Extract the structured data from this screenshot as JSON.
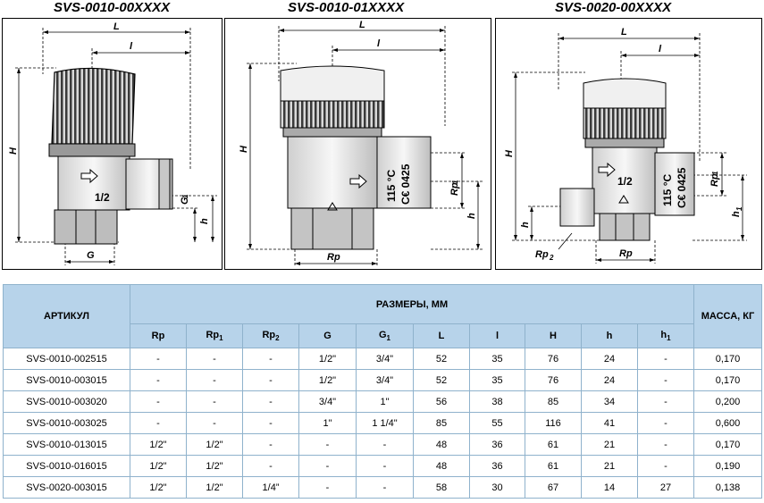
{
  "diagrams": [
    {
      "title": "SVS-0010-00XXXX",
      "labels": {
        "L": "L",
        "l": "l",
        "H": "H",
        "G1": "G",
        "G1_sub": "1",
        "h": "h",
        "G": "G",
        "mark": "1/2"
      }
    },
    {
      "title": "SVS-0010-01XXXX",
      "labels": {
        "L": "L",
        "l": "l",
        "H": "H",
        "Rp1": "Rp",
        "Rp1_sub": "1",
        "h": "h",
        "Rp": "Rp",
        "temp": "115 °C",
        "ce": "C€ 0425"
      }
    },
    {
      "title": "SVS-0020-00XXXX",
      "labels": {
        "L": "L",
        "l": "l",
        "H": "H",
        "Rp1": "Rp",
        "Rp1_sub": "1",
        "h1": "h",
        "h1_sub": "1",
        "h": "h",
        "Rp2": "Rp",
        "Rp2_sub": "2",
        "Rp": "Rp",
        "mark": "1/2",
        "temp": "115 °C",
        "ce": "C€ 0425"
      }
    }
  ],
  "table": {
    "col_article": "АРТИКУЛ",
    "col_dimensions": "РАЗМЕРЫ, ММ",
    "col_mass": "МАССА, КГ",
    "dim_headers": [
      {
        "main": "Rp",
        "sub": ""
      },
      {
        "main": "Rp",
        "sub": "1"
      },
      {
        "main": "Rp",
        "sub": "2"
      },
      {
        "main": "G",
        "sub": ""
      },
      {
        "main": "G",
        "sub": "1"
      },
      {
        "main": "L",
        "sub": ""
      },
      {
        "main": "l",
        "sub": ""
      },
      {
        "main": "H",
        "sub": ""
      },
      {
        "main": "h",
        "sub": ""
      },
      {
        "main": "h",
        "sub": "1"
      }
    ],
    "rows": [
      [
        "SVS-0010-002515",
        "-",
        "-",
        "-",
        "1/2\"",
        "3/4\"",
        "52",
        "35",
        "76",
        "24",
        "-",
        "0,170"
      ],
      [
        "SVS-0010-003015",
        "-",
        "-",
        "-",
        "1/2\"",
        "3/4\"",
        "52",
        "35",
        "76",
        "24",
        "-",
        "0,170"
      ],
      [
        "SVS-0010-003020",
        "-",
        "-",
        "-",
        "3/4\"",
        "1\"",
        "56",
        "38",
        "85",
        "34",
        "-",
        "0,200"
      ],
      [
        "SVS-0010-003025",
        "-",
        "-",
        "-",
        "1\"",
        "1 1/4\"",
        "85",
        "55",
        "116",
        "41",
        "-",
        "0,600"
      ],
      [
        "SVS-0010-013015",
        "1/2\"",
        "1/2\"",
        "-",
        "-",
        "-",
        "48",
        "36",
        "61",
        "21",
        "-",
        "0,170"
      ],
      [
        "SVS-0010-016015",
        "1/2\"",
        "1/2\"",
        "-",
        "-",
        "-",
        "48",
        "36",
        "61",
        "21",
        "-",
        "0,190"
      ],
      [
        "SVS-0020-003015",
        "1/2\"",
        "1/2\"",
        "1/4”",
        "-",
        "-",
        "58",
        "30",
        "67",
        "14",
        "27",
        "0,138"
      ]
    ]
  }
}
